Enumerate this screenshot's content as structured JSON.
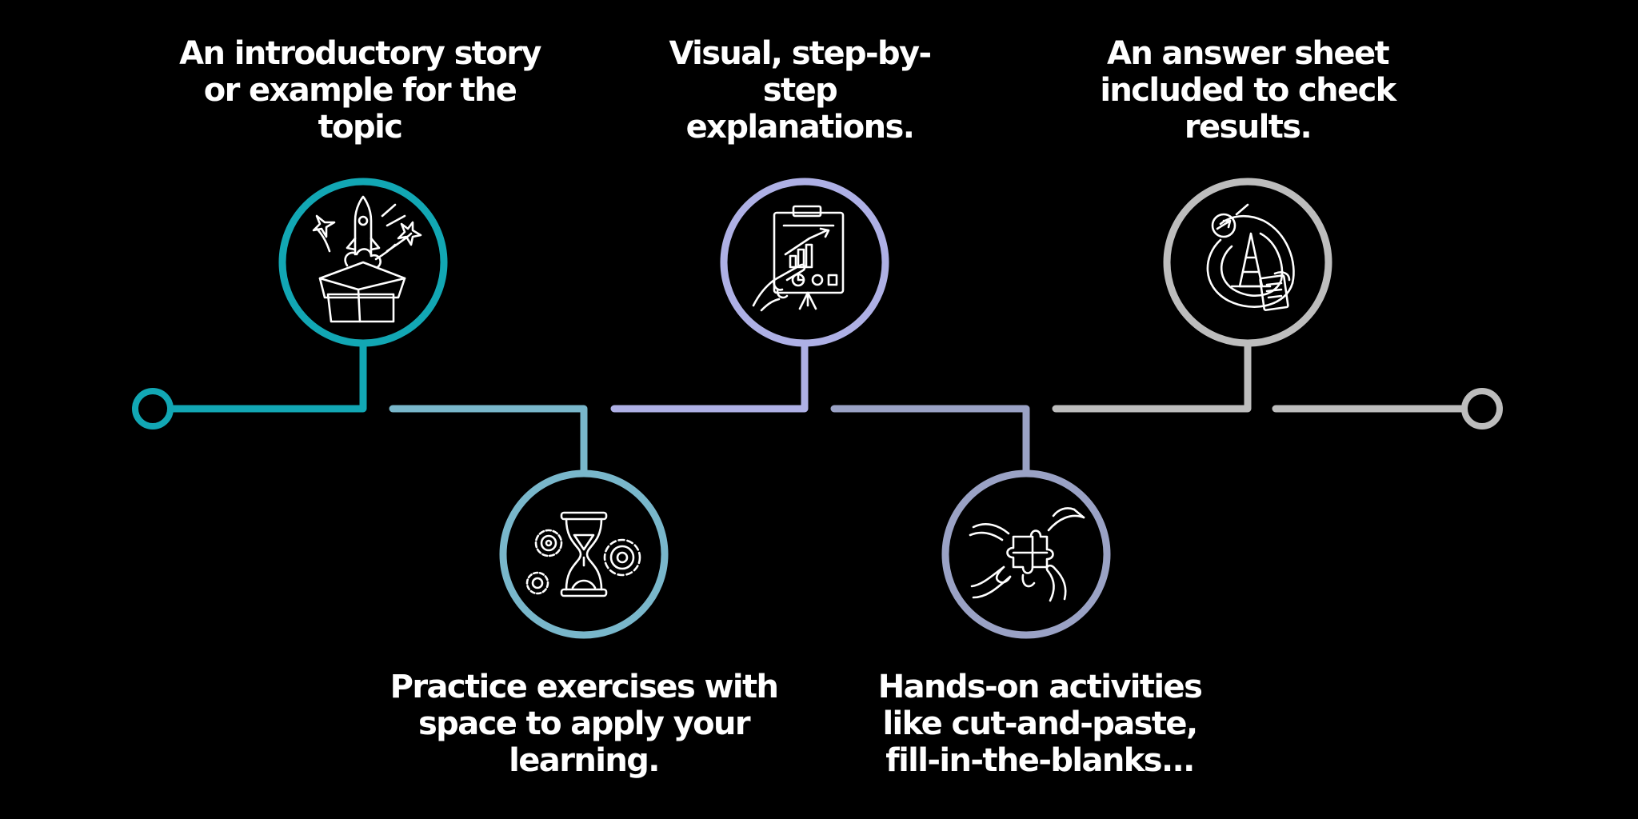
{
  "steps": [
    {
      "caption": "An introductory story\nor example for the\ntopic",
      "icon": "rocket-box-icon",
      "color": "#12a7b4"
    },
    {
      "caption": "Practice exercises with\nspace to apply your\nlearning.",
      "icon": "hourglass-gears-icon",
      "color": "#79b7cb"
    },
    {
      "caption": "Visual, step-by-\nstep\nexplanations.",
      "icon": "presentation-board-icon",
      "color": "#aeb0e5"
    },
    {
      "caption": "Hands-on activities\nlike cut-and-paste,\nfill-in-the-blanks...",
      "icon": "puzzle-hands-icon",
      "color": "#9aa2c5"
    },
    {
      "caption": "An answer sheet\nincluded to check\nresults.",
      "icon": "target-checklist-icon",
      "color": "#bdbdbd"
    }
  ],
  "colors": {
    "start": "#12a7b4",
    "end": "#bdbdbd",
    "background": "#000000",
    "icon_stroke": "#ffffff"
  }
}
